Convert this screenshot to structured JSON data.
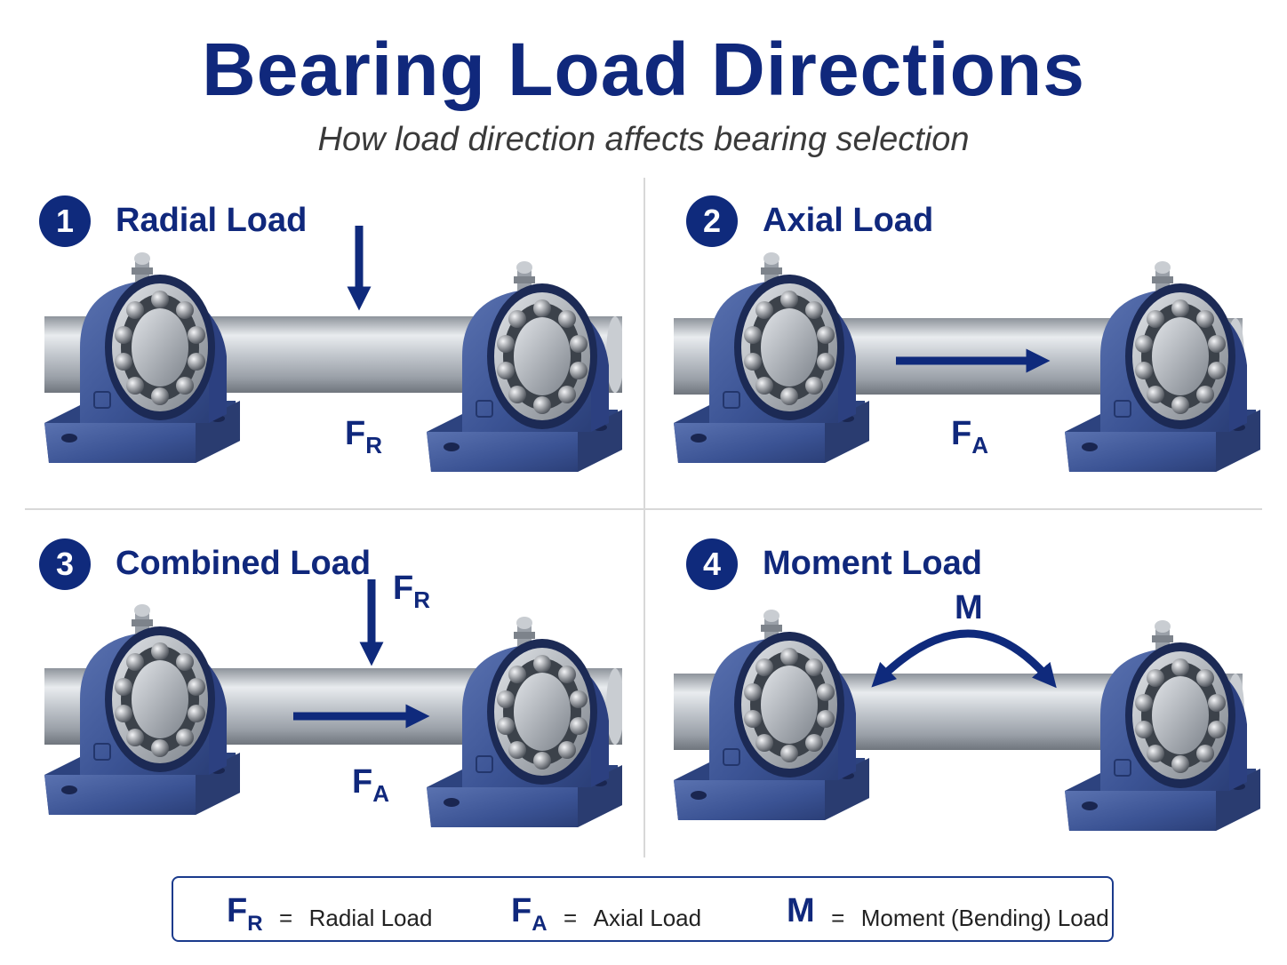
{
  "title": "Bearing Load Directions",
  "subtitle": "How load direction affects bearing selection",
  "colors": {
    "brand": "#10287c",
    "housing": "#3a5496",
    "shaft": "#b8bdc4",
    "arrow": "#0f2a7c"
  },
  "panels": [
    {
      "number": "1",
      "title": "Radial Load",
      "labels": [
        {
          "main": "F",
          "sub": "R"
        }
      ]
    },
    {
      "number": "2",
      "title": "Axial Load",
      "labels": [
        {
          "main": "F",
          "sub": "A"
        }
      ]
    },
    {
      "number": "3",
      "title": "Combined Load",
      "labels": [
        {
          "main": "F",
          "sub": "R"
        },
        {
          "main": "F",
          "sub": "A"
        }
      ]
    },
    {
      "number": "4",
      "title": "Moment Load",
      "labels": [
        {
          "main": "M"
        }
      ]
    }
  ],
  "legend": {
    "items": [
      {
        "symbol": "F",
        "sub": "R",
        "equals": "=",
        "text": "Radial Load"
      },
      {
        "symbol": "F",
        "sub": "A",
        "equals": "=",
        "text": "Axial Load"
      },
      {
        "symbol": "M",
        "sub": "",
        "equals": "=",
        "text": "Moment (Bending) Load"
      }
    ]
  }
}
